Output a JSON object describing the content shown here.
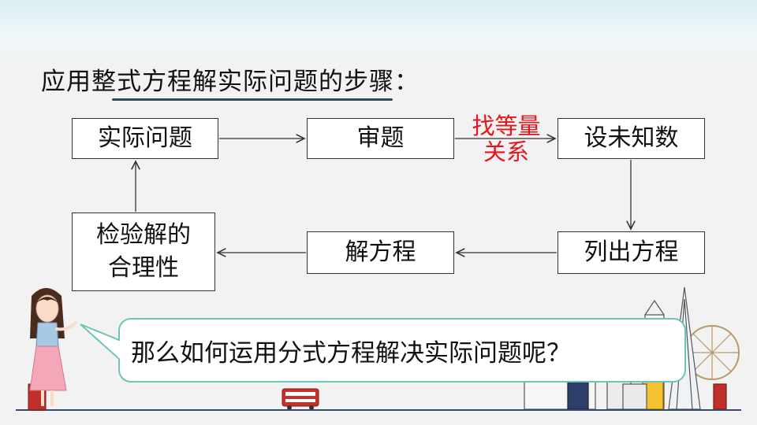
{
  "title": "应用整式方程解实际问题的步骤：",
  "steps": {
    "actual_problem": "实际问题",
    "analyze": "审题",
    "set_unknown": "设未知数",
    "list_equation": "列出方程",
    "solve_equation": "解方程",
    "check_reasonable": "检验解的\n合理性"
  },
  "edge_label": "找等量\n关系",
  "speech_bubble": "那么如何运用分式方程解决实际问题呢？",
  "colors": {
    "accent_red": "#e8141b",
    "bubble_border": "#6bc5b8",
    "box_border": "#333333"
  }
}
